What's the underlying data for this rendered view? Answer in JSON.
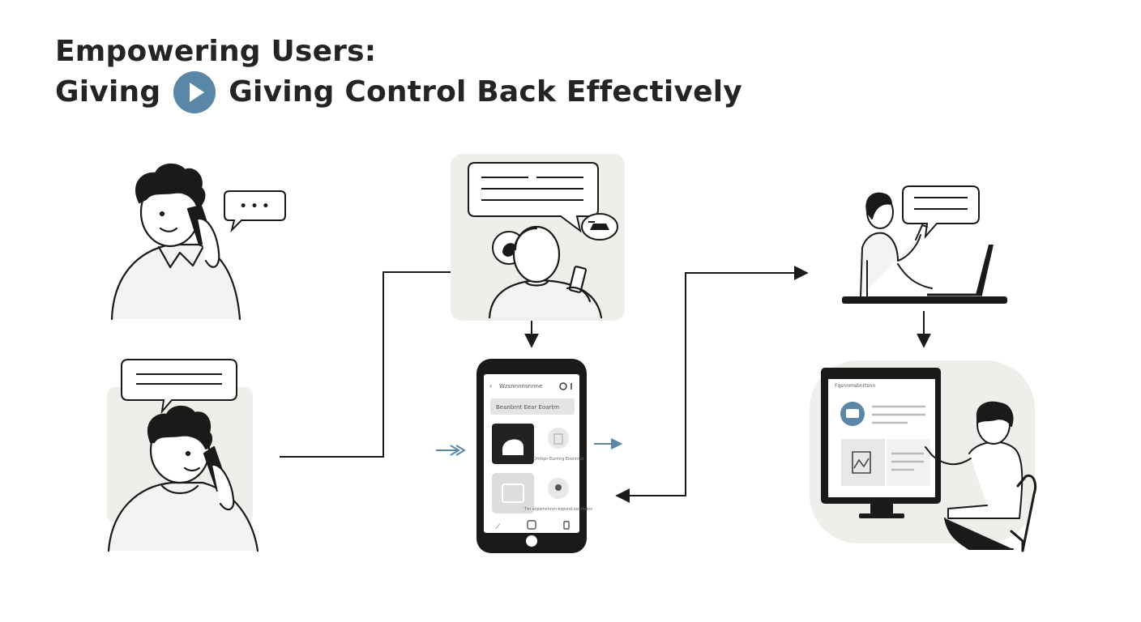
{
  "title": {
    "line1": "Empowering Users:",
    "line2_left": "Giving",
    "line2_right": "Giving Control Back Effectively"
  },
  "colors": {
    "accent": "#5a87a7",
    "panel_bg": "#eeeeeb",
    "ink": "#1a1a1a"
  },
  "speech_bubbles": {
    "top_left": "• • •"
  },
  "phone": {
    "header": "Wzsnnnnsnnne",
    "search": "Beanbrnt Eear Eoartm",
    "tile_b_caption": "Dmtspr Eurmrg Eosnrrnd",
    "tile_d_caption": "Tm sopsmsnnm ezpsnd.sonrbuns"
  },
  "monitor": {
    "header": "Fqsnnmsbnrtsnn"
  },
  "icons": {
    "play": "play-icon",
    "arrow": "arrow-icon",
    "phone": "smartphone-icon",
    "laptop": "laptop-icon",
    "monitor": "monitor-icon"
  }
}
